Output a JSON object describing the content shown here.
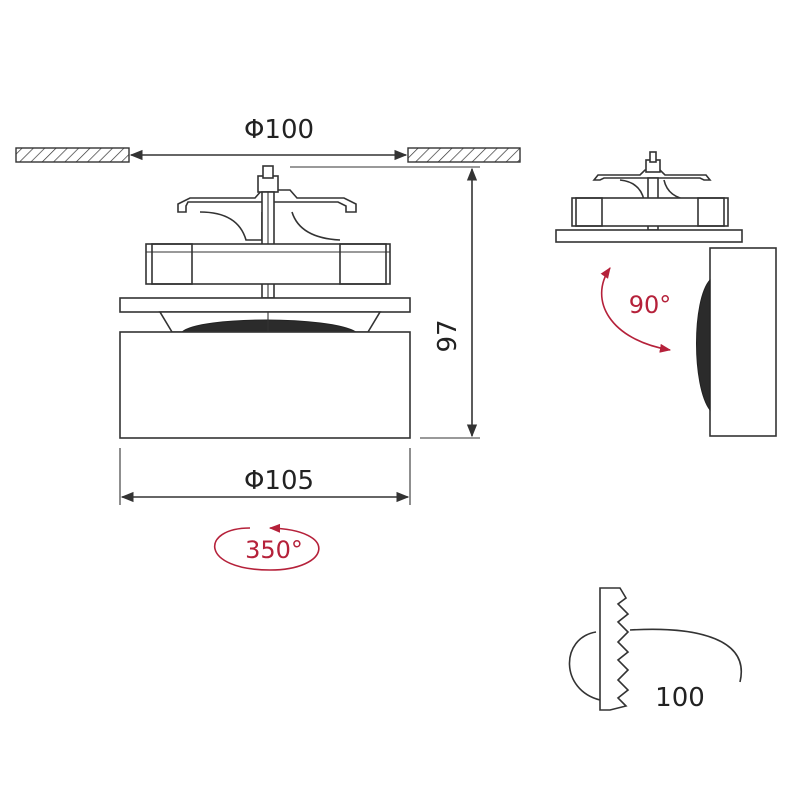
{
  "labels": {
    "cutout_diameter": "Φ100",
    "body_diameter": "Φ105",
    "height": "97",
    "tilt_angle": "90°",
    "rotation_angle": "350°",
    "recess_depth": "100"
  },
  "colors": {
    "line": "#333333",
    "accent": "#b5213a",
    "background": "#ffffff"
  }
}
